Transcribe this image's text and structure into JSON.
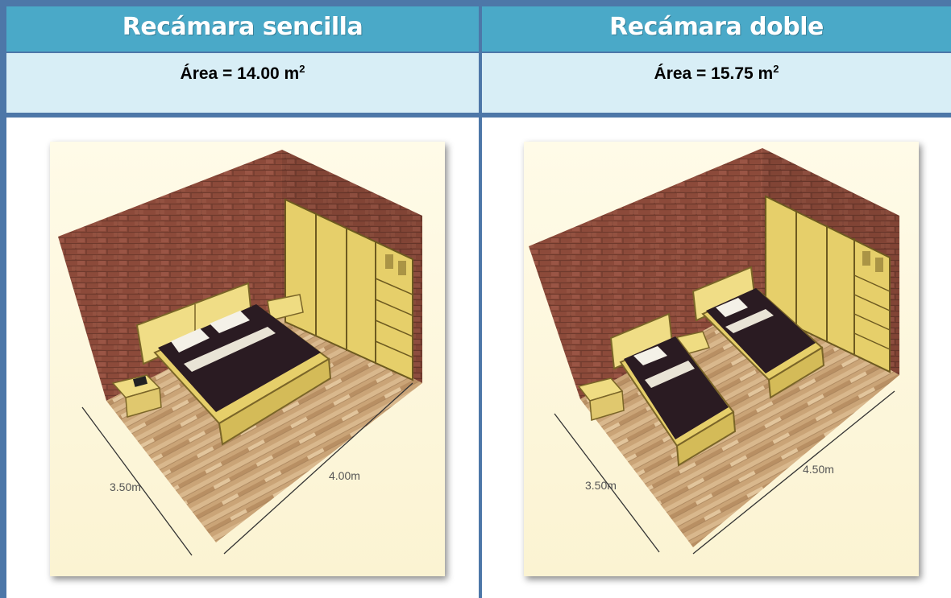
{
  "columns": [
    {
      "title": "Recámara sencilla",
      "area_label": "Área = 14.00 m",
      "area_exp": "2",
      "width": "3.50m",
      "length": "4.00m",
      "beds": 1
    },
    {
      "title": "Recámara doble",
      "area_label": "Área = 15.75 m",
      "area_exp": "2",
      "width": "3.50m",
      "length": "4.50m",
      "beds": 2
    }
  ],
  "colors": {
    "header": "#4aa9c8",
    "subheader": "#d8eef6",
    "border": "#4d77a8",
    "brick": "#8c4a3a",
    "floor": "#caa477",
    "furniture": "#e8d27a",
    "bedding": "#2a1b22"
  }
}
